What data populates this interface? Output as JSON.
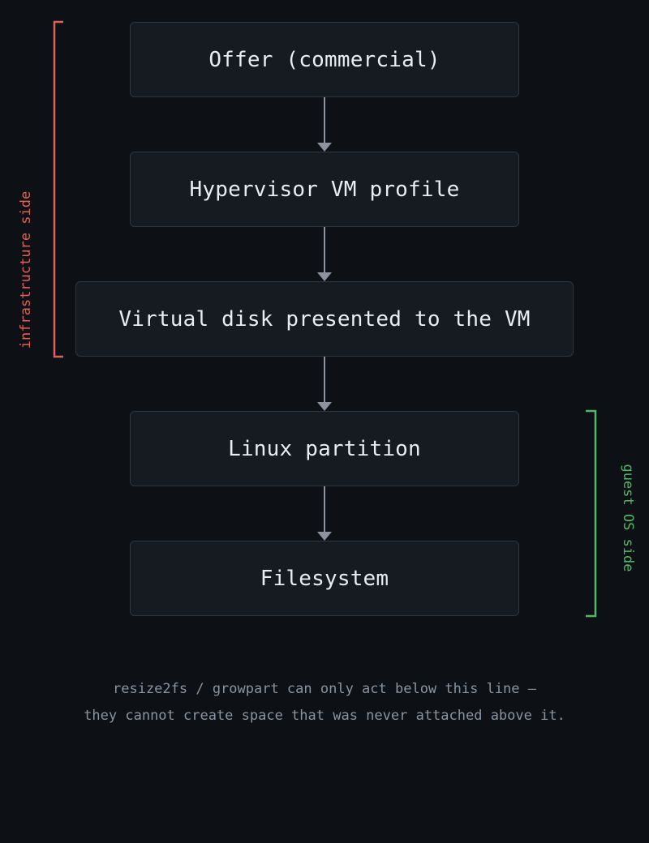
{
  "diagram": {
    "boxes": [
      {
        "id": "offer",
        "label": "Offer (commercial)"
      },
      {
        "id": "profile",
        "label": "Hypervisor VM profile"
      },
      {
        "id": "disk",
        "label": "Virtual disk presented to the VM"
      },
      {
        "id": "partition",
        "label": "Linux partition"
      },
      {
        "id": "fs",
        "label": "Filesystem"
      }
    ],
    "edges": [
      {
        "from": "offer",
        "to": "profile"
      },
      {
        "from": "profile",
        "to": "disk"
      },
      {
        "from": "disk",
        "to": "partition"
      },
      {
        "from": "partition",
        "to": "fs"
      }
    ],
    "groups": {
      "infrastructure": {
        "label": "infrastructure side",
        "color": "#e0605a",
        "members": [
          "offer",
          "profile",
          "disk"
        ]
      },
      "guest": {
        "label": "guest OS side",
        "color": "#52b865",
        "members": [
          "partition",
          "fs"
        ]
      }
    },
    "colors": {
      "background": "#0d1014",
      "box_fill": "#161b22",
      "box_border": "#30363d",
      "box_text": "#e6edf3",
      "arrow": "#8b949e",
      "note_text": "#8b949e"
    }
  },
  "footnote": {
    "line1": "resize2fs / growpart can only act below this line —",
    "line2": "they cannot create space that was never attached above it."
  }
}
